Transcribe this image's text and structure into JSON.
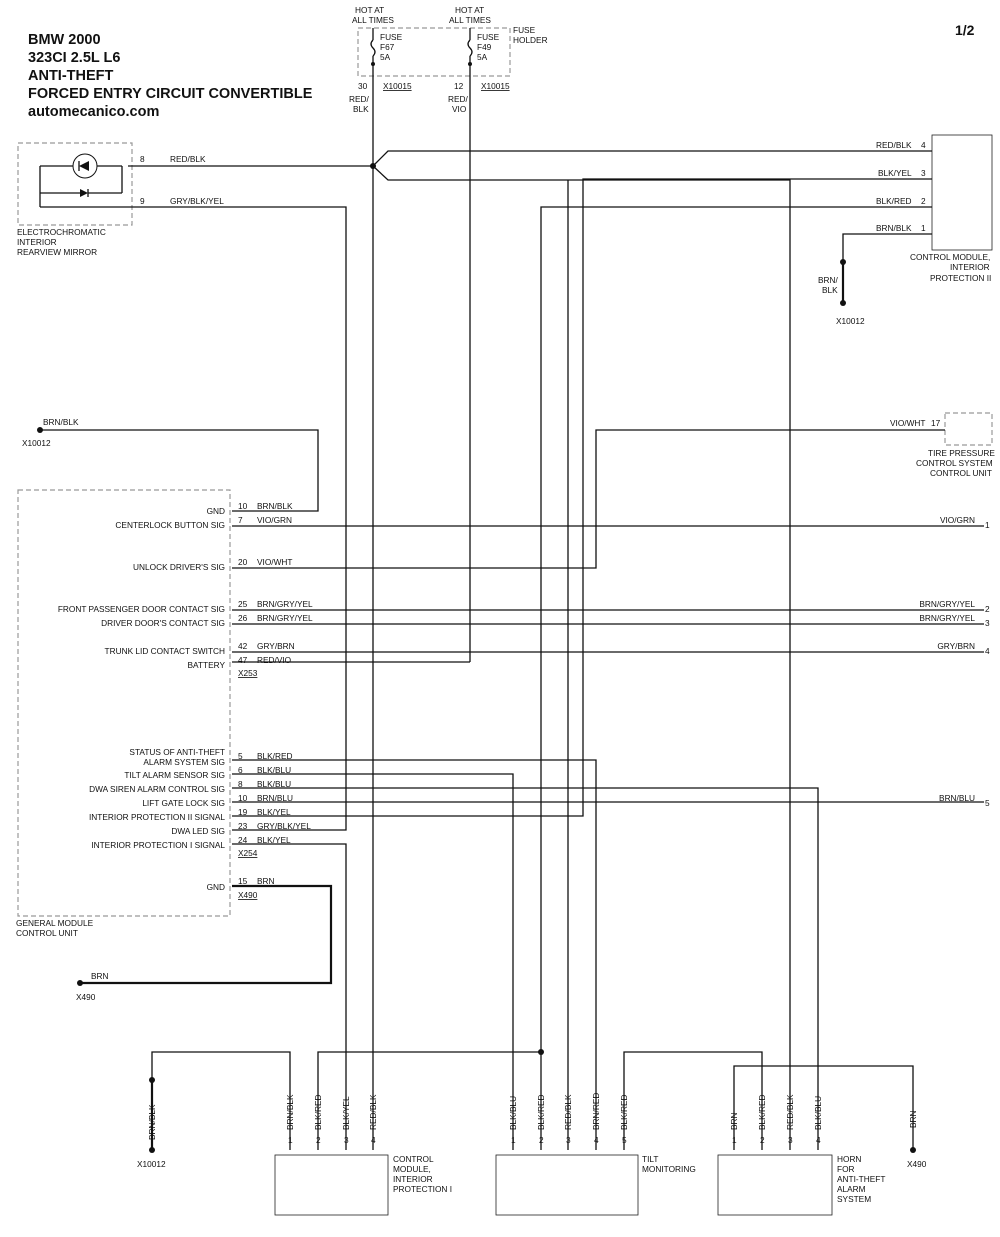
{
  "header": {
    "title_lines": [
      "BMW 2000",
      "323CI 2.5L L6",
      "ANTI-THEFT",
      "FORCED ENTRY CIRCUIT CONVERTIBLE",
      "automecanico.com"
    ],
    "page": "1/2"
  },
  "fuse_holder": {
    "hot_labels": [
      "HOT AT",
      "ALL TIMES",
      "HOT AT",
      "ALL TIMES"
    ],
    "holder_label": [
      "FUSE",
      "HOLDER"
    ],
    "fuse1": [
      "FUSE",
      "F67",
      "5A"
    ],
    "fuse2": [
      "FUSE",
      "F49",
      "5A"
    ],
    "pins": [
      "30",
      "12"
    ],
    "connectors": [
      "X10015",
      "X10015"
    ],
    "wire_colors": [
      "RED/",
      "BLK",
      "RED/",
      "VIO"
    ]
  },
  "mirror": {
    "label": [
      "ELECTROCHROMATIC",
      "INTERIOR",
      "REARVIEW MIRROR"
    ],
    "pins": [
      "8",
      "9"
    ],
    "wires": [
      "RED/BLK",
      "GRY/BLK/YEL"
    ]
  },
  "cm_ip2": {
    "label": [
      "CONTROL MODULE,",
      "INTERIOR",
      "PROTECTION II"
    ],
    "pins": [
      "4",
      "3",
      "2",
      "1"
    ],
    "wires": [
      "RED/BLK",
      "BLK/YEL",
      "BLK/RED",
      "BRN/BLK"
    ],
    "ground_wire": [
      "BRN/",
      "BLK"
    ],
    "ground": "X10012"
  },
  "ground_left": {
    "wire": "BRN/BLK",
    "label": "X10012"
  },
  "tpcs": {
    "label": [
      "TIRE PRESSURE",
      "CONTROL SYSTEM",
      "CONTROL UNIT"
    ],
    "pin": "17",
    "wire": "VIO/WHT"
  },
  "gm": {
    "label": [
      "GENERAL MODULE",
      "CONTROL UNIT"
    ],
    "signals": [
      {
        "name": "GND",
        "pin": "10",
        "wire": "BRN/BLK"
      },
      {
        "name": "CENTERLOCK BUTTON SIG",
        "pin": "7",
        "wire": "VIO/GRN"
      },
      {
        "name": "UNLOCK DRIVER'S SIG",
        "pin": "20",
        "wire": "VIO/WHT"
      },
      {
        "name": "FRONT PASSENGER DOOR CONTACT SIG",
        "pin": "25",
        "wire": "BRN/GRY/YEL"
      },
      {
        "name": "DRIVER DOOR'S CONTACT SIG",
        "pin": "26",
        "wire": "BRN/GRY/YEL"
      },
      {
        "name": "TRUNK LID CONTACT SWITCH",
        "pin": "42",
        "wire": "GRY/BRN"
      },
      {
        "name": "BATTERY",
        "pin": "47",
        "wire": "RED/VIO"
      },
      {
        "name": "STATUS OF ANTI-THEFT",
        "pin": "5",
        "wire": "BLK/RED"
      },
      {
        "name": "ALARM SYSTEM SIG",
        "pin": "6",
        "wire": "BLK/BLU"
      },
      {
        "name": "TILT ALARM SENSOR SIG",
        "pin": "8",
        "wire": "BLK/BLU"
      },
      {
        "name": "DWA SIREN ALARM CONTROL SIG",
        "pin": "10",
        "wire": "BRN/BLU"
      },
      {
        "name": "LIFT GATE LOCK SIG",
        "pin": "19",
        "wire": "BLK/YEL"
      },
      {
        "name": "INTERIOR PROTECTION II SIGNAL",
        "pin": "23",
        "wire": "GRY/BLK/YEL"
      },
      {
        "name": "DWA LED SIG",
        "pin": "24",
        "wire": "BLK/YEL"
      },
      {
        "name": "INTERIOR PROTECTION I SIGNAL",
        "pin": "",
        "wire": ""
      },
      {
        "name": "GND",
        "pin": "15",
        "wire": "BRN"
      }
    ],
    "connectors": [
      "X253",
      "X254",
      "X490"
    ]
  },
  "right_outputs": [
    {
      "wire": "VIO/GRN",
      "num": "1"
    },
    {
      "wire": "BRN/GRY/YEL",
      "num": "2"
    },
    {
      "wire": "BRN/GRY/YEL",
      "num": "3"
    },
    {
      "wire": "GRY/BRN",
      "num": "4"
    },
    {
      "wire": "BRN/BLU",
      "num": "5"
    }
  ],
  "ground_gm": {
    "wire": "BRN",
    "label": "X490"
  },
  "bottom": {
    "left_ground": {
      "wire": "BRN/BLK",
      "label": "X10012"
    },
    "cm_ip1": {
      "label": [
        "CONTROL",
        "MODULE,",
        "INTERIOR",
        "PROTECTION I"
      ],
      "pins": [
        "1",
        "2",
        "3",
        "4"
      ],
      "wires": [
        "BRN/BLK",
        "BLK/RED",
        "BLK/YEL",
        "RED/BLK"
      ]
    },
    "tilt": {
      "label": [
        "TILT",
        "MONITORING"
      ],
      "pins": [
        "1",
        "2",
        "3",
        "4",
        "5"
      ],
      "wires": [
        "BLK/BLU",
        "BLK/RED",
        "RED/BLK",
        "BRN/RED",
        "BLK/RED"
      ]
    },
    "horn": {
      "label": [
        "HORN",
        "FOR",
        "ANTI-THEFT",
        "ALARM",
        "SYSTEM"
      ],
      "pins": [
        "1",
        "2",
        "3",
        "4"
      ],
      "wires": [
        "BRN",
        "BLK/RED",
        "RED/BLK",
        "BLK/BLU"
      ]
    },
    "right_ground": {
      "wire": "BRN",
      "label": "X490"
    }
  }
}
